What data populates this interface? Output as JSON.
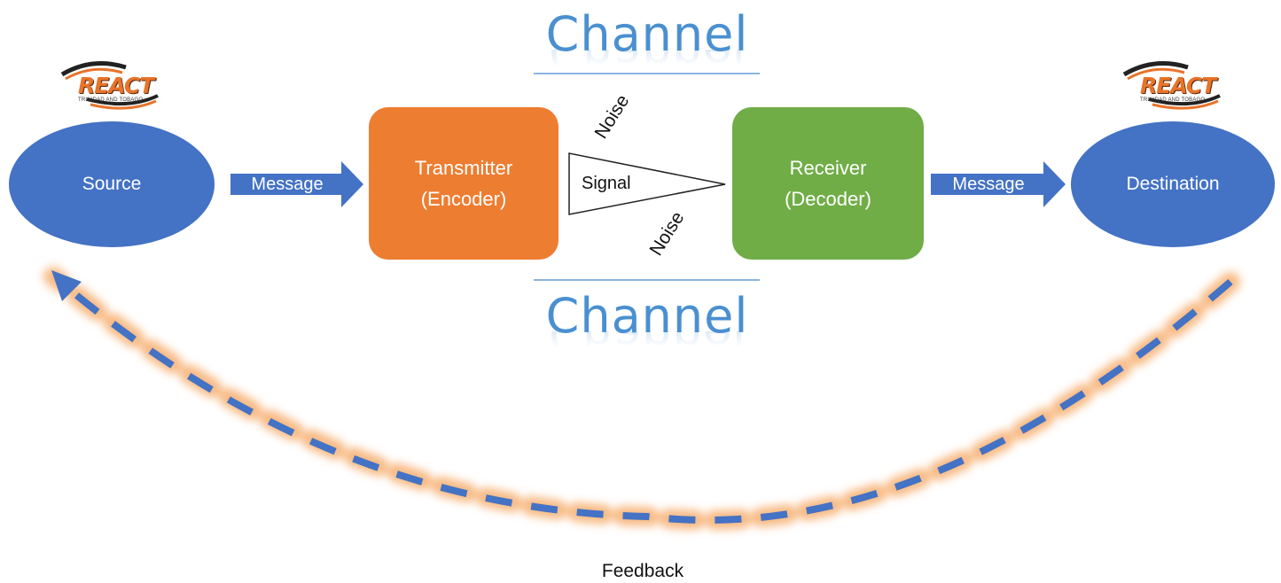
{
  "channel_top": "Channel",
  "channel_bottom": "Channel",
  "source": "Source",
  "destination": "Destination",
  "message_left": "Message",
  "message_right": "Message",
  "transmitter": {
    "line1": "Transmitter",
    "line2": "(Encoder)"
  },
  "receiver": {
    "line1": "Receiver",
    "line2": "(Decoder)"
  },
  "signal": "Signal",
  "noise_top": "Noise",
  "noise_bottom": "Noise",
  "feedback": "Feedback",
  "logo": {
    "word": "REACT",
    "sub": "TRINIDAD AND TOBAGO"
  },
  "colors": {
    "ellipse": "#4472c4",
    "transmitter": "#ed7d31",
    "receiver": "#70ad47",
    "channel_text": "#4a90d0",
    "feedback_dash": "#4472c4",
    "feedback_glow": "#f5a35a"
  }
}
